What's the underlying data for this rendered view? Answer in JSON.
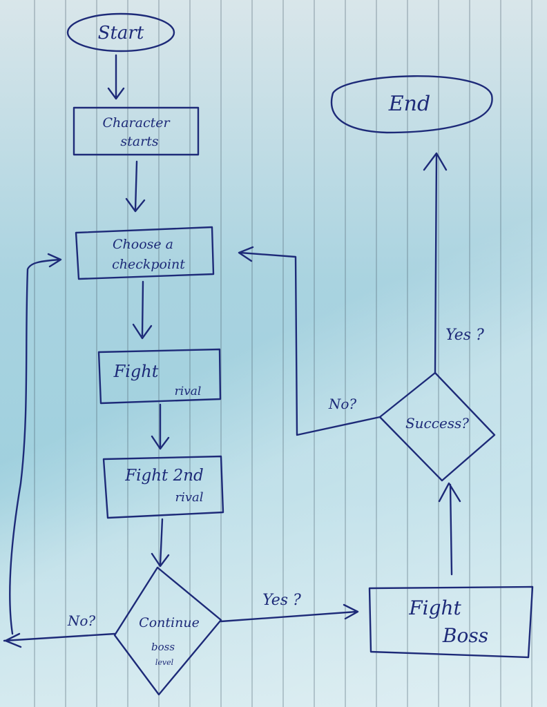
{
  "nodes": {
    "start": "Start",
    "end": "End",
    "character_starts": [
      "Character",
      "starts"
    ],
    "choose_checkpoint": [
      "Choose a",
      "checkpoint"
    ],
    "fight_rival": [
      "Fight",
      "rival"
    ],
    "fight_2nd_rival": [
      "Fight 2nd",
      "rival"
    ],
    "continue_boss_level": [
      "Continue",
      "boss",
      "level"
    ],
    "fight_boss": [
      "Fight",
      "Boss"
    ],
    "success": "Success?"
  },
  "edge_labels": {
    "continue_no": "No?",
    "continue_yes": "Yes ?",
    "success_no": "No?",
    "success_yes": "Yes ?"
  }
}
